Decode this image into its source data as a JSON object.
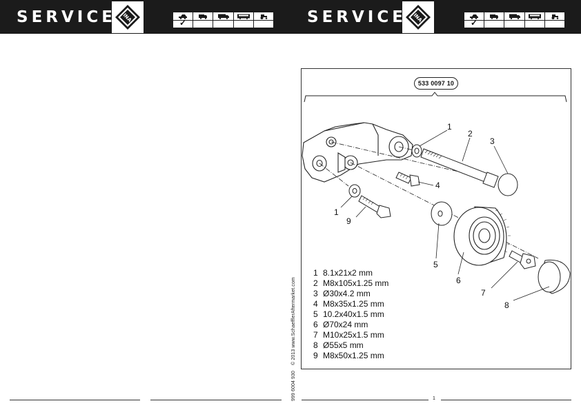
{
  "header": {
    "brand_word": "SERVICE",
    "logo_text": "INA",
    "vehicle_icons": [
      "car-icon",
      "van-icon",
      "truck-icon",
      "bus-icon",
      "tractor-icon"
    ]
  },
  "diagram": {
    "part_number": "533 0097 10",
    "callouts": {
      "c1a": "1",
      "c2": "2",
      "c3": "3",
      "c4": "4",
      "c1b": "1",
      "c9": "9",
      "c5": "5",
      "c6": "6",
      "c7": "7",
      "c8": "8"
    }
  },
  "parts": [
    {
      "num": "1",
      "spec": "8.1x21x2 mm"
    },
    {
      "num": "2",
      "spec": "M8x105x1.25 mm"
    },
    {
      "num": "3",
      "spec": "Ø30x4.2 mm"
    },
    {
      "num": "4",
      "spec": "M8x35x1.25 mm"
    },
    {
      "num": "5",
      "spec": "10.2x40x1.5 mm"
    },
    {
      "num": "6",
      "spec": "Ø70x24 mm"
    },
    {
      "num": "7",
      "spec": "M10x25x1.5 mm"
    },
    {
      "num": "8",
      "spec": "Ø55x5 mm"
    },
    {
      "num": "9",
      "spec": "M8x50x1.25 mm"
    }
  ],
  "footer": {
    "doc_number": "999 6004 930",
    "copyright": "© 2013 www.SchaefflerAftermarket.com",
    "page_number": "1"
  }
}
